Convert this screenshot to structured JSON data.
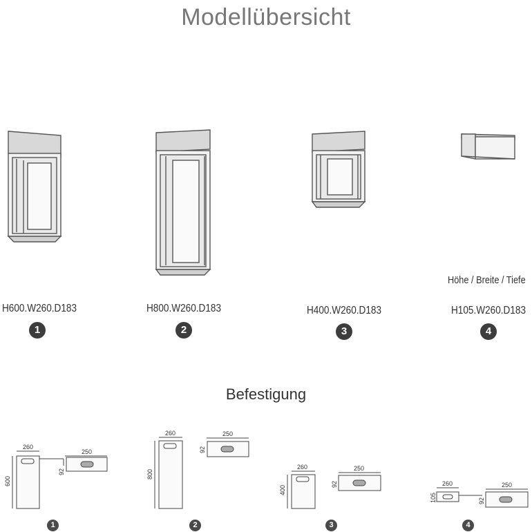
{
  "page": {
    "title": "Modellübersicht",
    "section_title": "Befestigung",
    "dimension_legend": "Höhe / Breite / Tiefe"
  },
  "models": [
    {
      "number": "1",
      "dimensions": "H600.W260.D183",
      "mount": {
        "width": "260",
        "height": "600",
        "plate_width": "250",
        "plate_height": "92"
      }
    },
    {
      "number": "2",
      "dimensions": "H800.W260.D183",
      "mount": {
        "width": "260",
        "height": "800",
        "plate_width": "250",
        "plate_height": "92"
      }
    },
    {
      "number": "3",
      "dimensions": "H400.W260.D183",
      "mount": {
        "width": "260",
        "height": "400",
        "plate_width": "250",
        "plate_height": "92"
      }
    },
    {
      "number": "4",
      "dimensions": "H105.W260.D183",
      "mount": {
        "width": "260",
        "height": "105",
        "plate_width": "250",
        "plate_height": "92"
      }
    }
  ]
}
